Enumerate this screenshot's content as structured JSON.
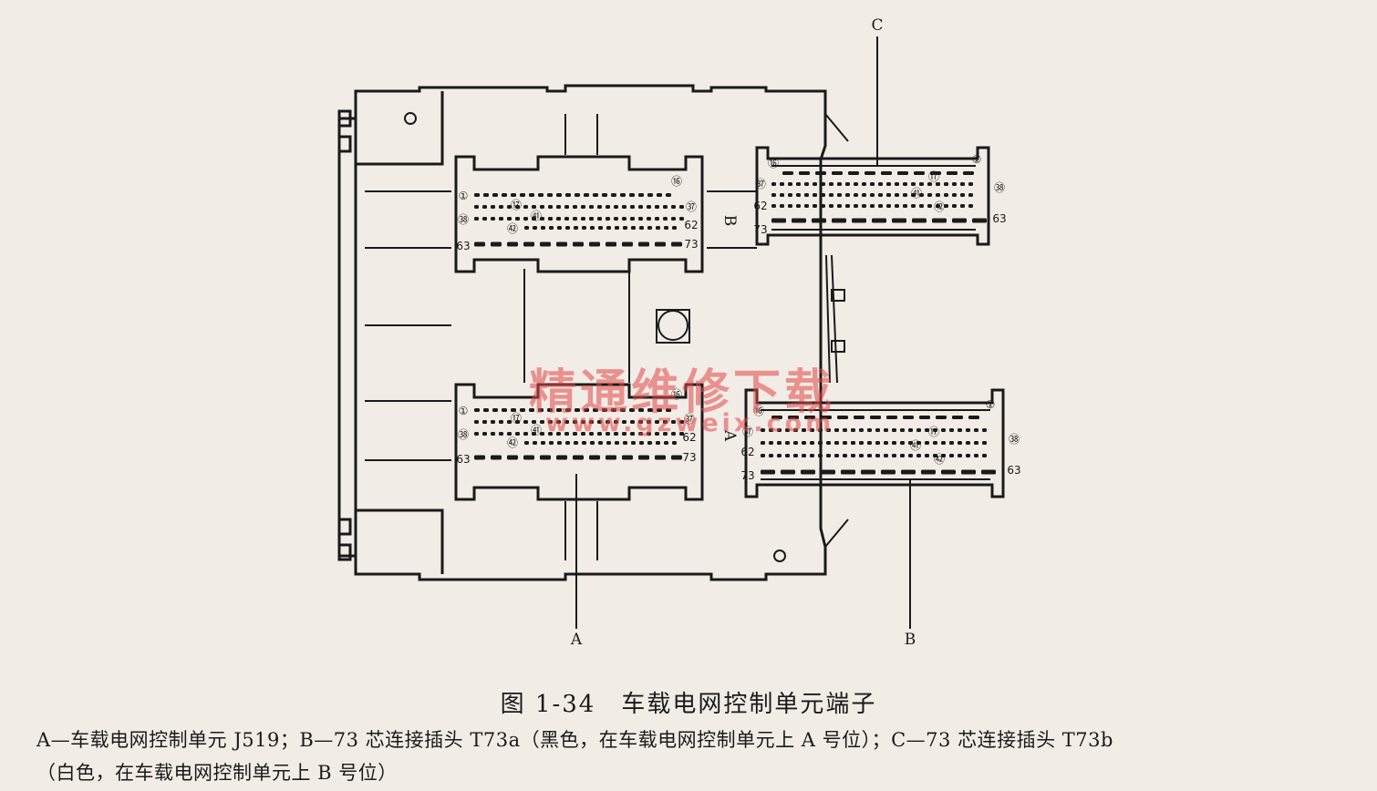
{
  "labels": {
    "A": "A",
    "B": "B",
    "C": "C",
    "slot_B": "B",
    "slot_A": "A"
  },
  "pin_numbers": {
    "p1": "①",
    "p16": "⑯",
    "p17": "⑰",
    "p37": "㊲",
    "p38": "㊳",
    "p41": "㊶",
    "p42": "㊷",
    "p62": "62",
    "p63": "63",
    "p73": "73"
  },
  "watermark": {
    "cn": "精通维修下载",
    "url": "www.gzweix.com"
  },
  "caption": {
    "number": "图 1-34",
    "title": "车载电网控制单元端子",
    "line1": "A—车载电网控制单元 J519；B—73 芯连接插头 T73a（黑色，在车载电网控制单元上 A 号位）；C—73 芯连接插头 T73b",
    "line2": "（白色，在车载电网控制单元上 B 号位）"
  },
  "colors": {
    "paper": "#f2ece6",
    "ink": "#1a1a1a",
    "watermark": "#e04848"
  }
}
